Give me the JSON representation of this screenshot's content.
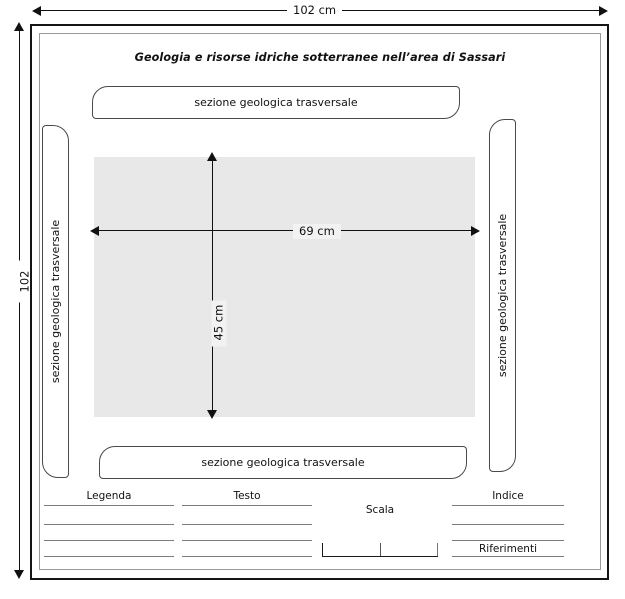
{
  "diagram": {
    "kind": "poster-layout-plan",
    "title": "Geologia  e risorse idriche sotterranee nell’area di Sassari"
  },
  "dimensions": {
    "top_width": "102 cm",
    "left_height": "102",
    "map_width": "69 cm",
    "map_height": "45 cm"
  },
  "sections": {
    "top_band": "sezione geologica trasversale",
    "bottom_band": "sezione geologica trasversale",
    "left_band": "sezione geologica trasversale",
    "right_band": "sezione geologica trasversale"
  },
  "footer": {
    "legenda": "Legenda",
    "testo": "Testo",
    "scala": "Scala",
    "indice": "Indice",
    "riferimenti": "Riferimenti"
  },
  "colors": {
    "map_fill": "#e8e8e8",
    "outer_frame": "#141414",
    "inner_frame": "#9a9a9a",
    "rule": "#7c7c7c",
    "box_border": "#4a4a4a"
  }
}
